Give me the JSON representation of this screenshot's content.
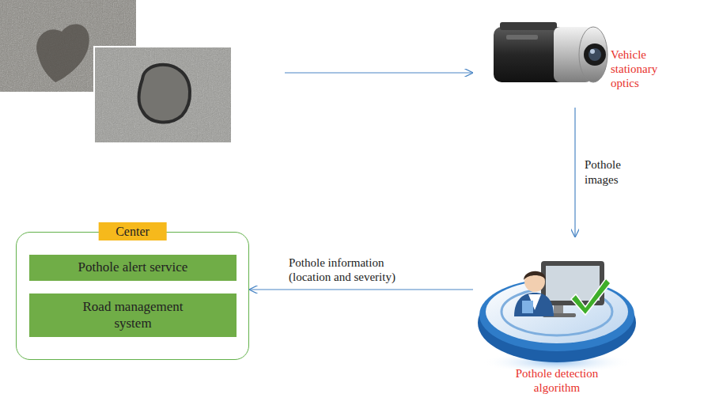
{
  "diagram": {
    "nodes": [
      {
        "text": [
          "Vehicle stationary optics"
        ]
      },
      {
        "text": [
          "Pothole detection algorithm"
        ]
      },
      {
        "text": [
          "Center"
        ]
      },
      {
        "text": [
          "Pothole alert service"
        ],
        "in": 2
      },
      {
        "text": [
          "Road management system"
        ],
        "in": 2
      }
    ],
    "edges": [
      {
        "from": 0,
        "to": 1,
        "label": "Pothole images",
        "arrow": "to"
      },
      {
        "from": 1,
        "to": 2,
        "label": "Pothole information (location and severity)",
        "arrow": "to"
      }
    ]
  }
}
